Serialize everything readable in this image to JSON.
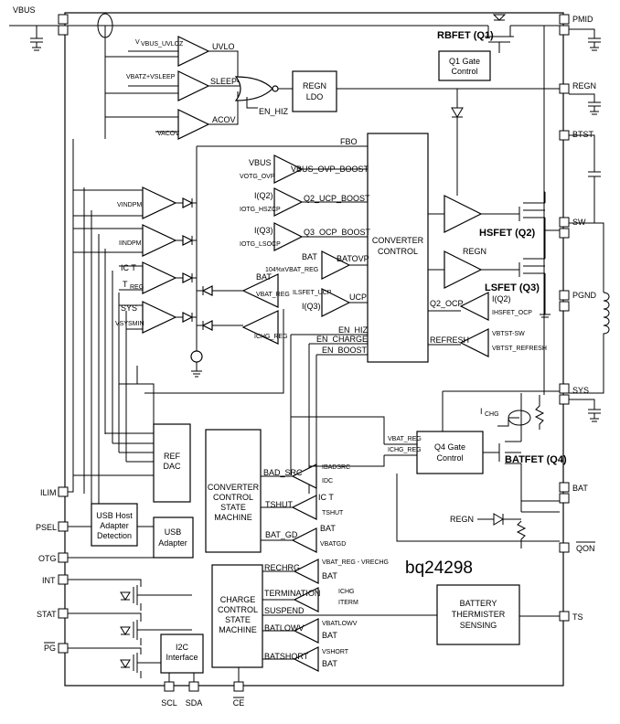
{
  "title": "bq24298",
  "pins": {
    "vbus": "VBUS",
    "pmid": "PMID",
    "regn": "REGN",
    "btst": "BTST",
    "sw": "SW",
    "pgnd": "PGND",
    "sys": "SYS",
    "bat": "BAT",
    "qon": "QON",
    "ts": "TS",
    "ilim": "ILIM",
    "psel": "PSEL",
    "otg": "OTG",
    "int": "INT",
    "stat": "STAT",
    "pg": "PG",
    "scl": "SCL",
    "sda": "SDA",
    "ce": "CE"
  },
  "blocks": {
    "regn_ldo": [
      "REGN",
      "LDO"
    ],
    "converter_control": [
      "CONVERTER",
      "CONTROL"
    ],
    "q1_gate": [
      "Q1 Gate",
      "Control"
    ],
    "q4_gate": [
      "Q4 Gate",
      "Control"
    ],
    "ref_dac": [
      "REF",
      "DAC"
    ],
    "conv_state": [
      "CONVERTER",
      "CONTROL",
      "STATE",
      "MACHINE"
    ],
    "charge_state": [
      "CHARGE",
      "CONTROL",
      "STATE",
      "MACHINE"
    ],
    "usb_host": [
      "USB Host",
      "Adapter",
      "Detection"
    ],
    "usb_adapter": [
      "USB",
      "Adapter"
    ],
    "i2c": [
      "I2C",
      "Interface"
    ],
    "thermistor": [
      "BATTERY",
      "THERMISTER",
      "SENSING"
    ]
  },
  "fets": {
    "rbfet": "RBFET (Q1)",
    "hsfet": "HSFET (Q2)",
    "lsfet": "LSFET (Q3)",
    "batfet": "BATFET (Q4)"
  },
  "signals": {
    "uvlo": "UVLO",
    "sleep": "SLEEP",
    "acov": "ACOV",
    "en_hiz": "EN_HIZ",
    "fbo": "FBO",
    "vbus_ovp_boost": "VBUS_OVP_BOOST",
    "q2_ucp_boost": "Q2_UCP_BOOST",
    "q3_ocp_boost": "Q3_OCP_BOOST",
    "batovp": "BATOVP",
    "ucp": "UCP",
    "q2_ocp": "Q2_OCP",
    "refresh": "REFRESH",
    "en_hiz2": "EN_HIZ",
    "en_charge": "EN_CHARGE",
    "en_boost": "EN_BOOST",
    "bad_src": "BAD_SRC",
    "tshut": "TSHUT",
    "bat_gd": "BAT_GD",
    "rechrg": "RECHRG",
    "termination": "TERMINATION",
    "suspend": "SUSPEND",
    "batlowv": "BATLOWV",
    "batshort": "BATSHORT",
    "regn_in": "REGN",
    "ichg": "I",
    "vbus": "VBUS",
    "bat": "BAT",
    "iq2": "I(Q2)",
    "iq3": "I(Q3)",
    "ic_tj": "IC T",
    "treg": "T",
    "sys": "SYS",
    "v_indpm": "V",
    "i_indpm": "I"
  }
}
